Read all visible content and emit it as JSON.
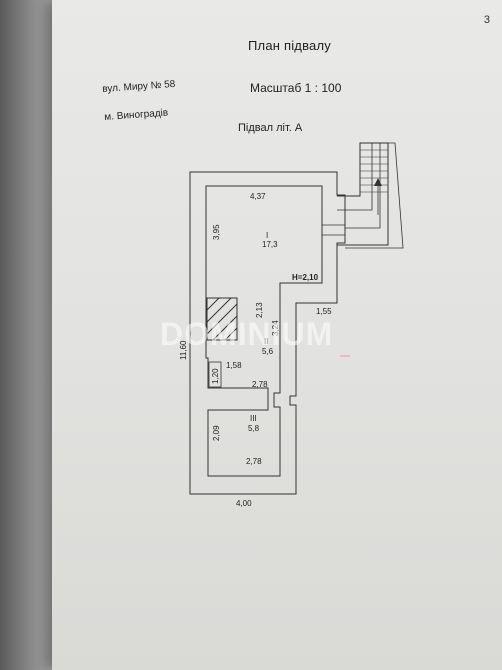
{
  "page_number": "3",
  "title": "План підвалу",
  "address_street": "вул. Миру № 58",
  "address_city": "м. Виноградів",
  "scale": "Масштаб 1 : 100",
  "subtitle": "Підвал літ. А",
  "watermark": "DOMINIUM",
  "rooms": [
    {
      "number": "I",
      "area": "17,3"
    },
    {
      "number": "II",
      "area": "5,6"
    },
    {
      "number": "III",
      "area": "5,8"
    }
  ],
  "height_label": "H=2,10",
  "dimensions": {
    "top_width": "4,37",
    "room1_height": "3,95",
    "total_height": "11,60",
    "corridor_height": "2,13",
    "corridor_inner": "3,24",
    "stair_step": "1,55",
    "niche_width": "1,58",
    "niche_height": "1,20",
    "room2_width": "2,78",
    "room3_height": "2,09",
    "room3_width": "2,78",
    "bottom_width": "4,00"
  }
}
